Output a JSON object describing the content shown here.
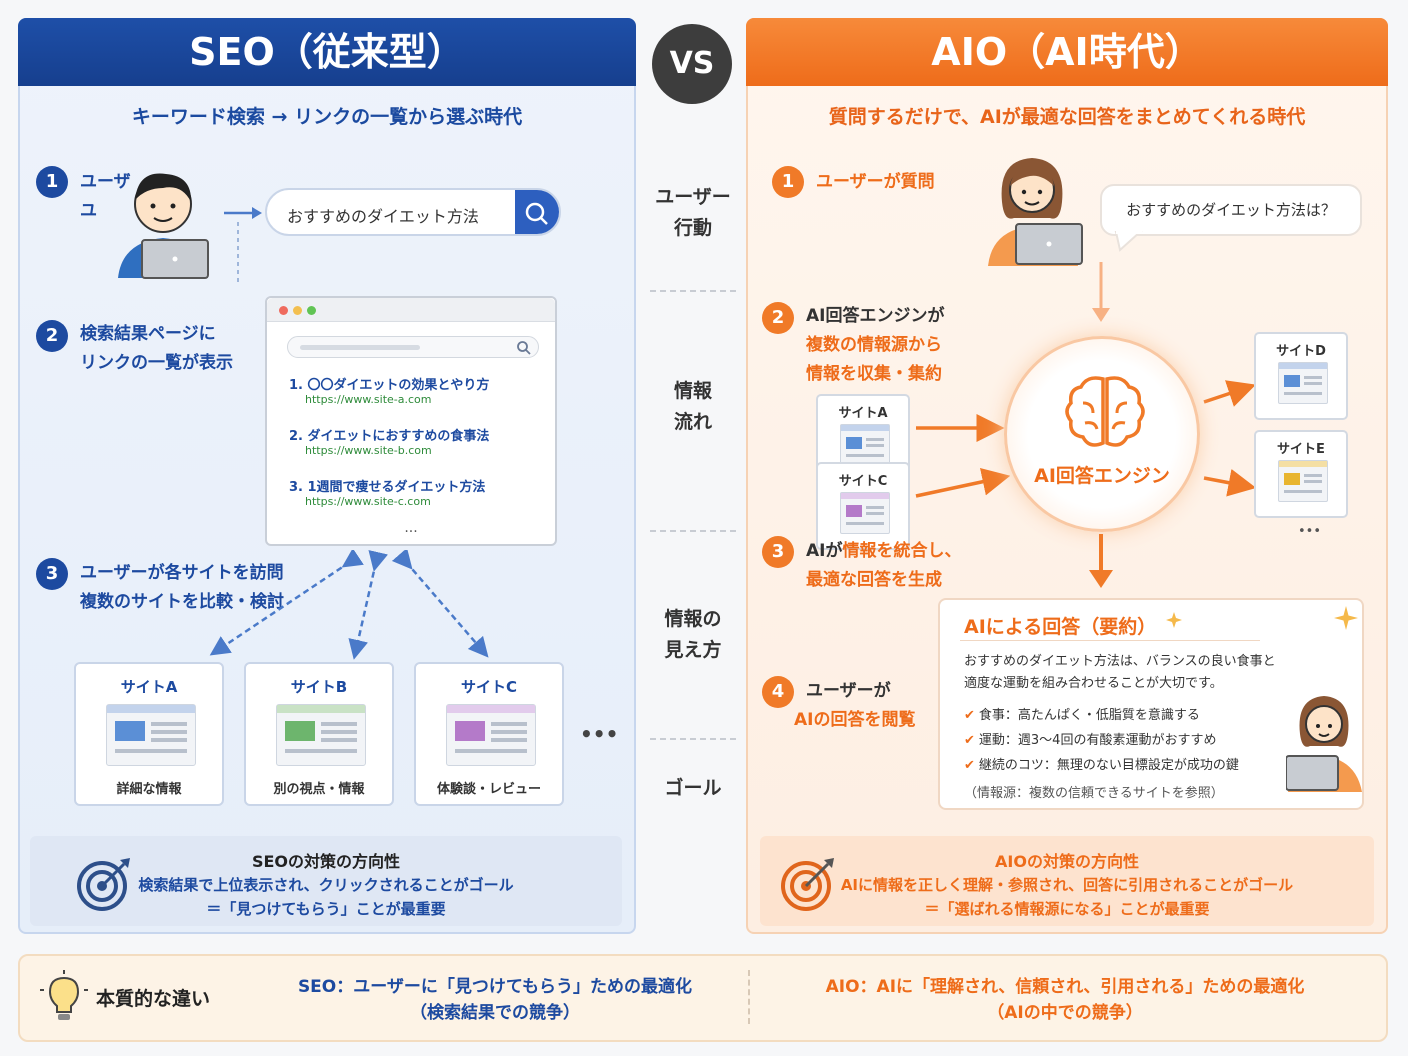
{
  "vs_label": "VS",
  "seo": {
    "header": "SEO（従来型）",
    "subtitle": "キーワード検索 → リンクの一覧から選ぶ時代",
    "step1": {
      "num": "1",
      "line1": "ユーザ",
      "line2": "ユ"
    },
    "search_query": "おすすめのダイエット方法",
    "step2": {
      "num": "2",
      "line1": "検索結果ページに",
      "line2": "リンクの一覧が表示"
    },
    "results": [
      {
        "title": "1. 〇〇ダイエットの効果とやり方",
        "url": "https://www.site-a.com"
      },
      {
        "title": "2. ダイエットにおすすめの食事法",
        "url": "https://www.site-b.com"
      },
      {
        "title": "3. 1週間で痩せるダイエット方法",
        "url": "https://www.site-c.com"
      }
    ],
    "results_more": "...",
    "step3": {
      "num": "3",
      "line1": "ユーザーが各サイトを訪問",
      "line2": "複数のサイトを比較・検討"
    },
    "sites": [
      {
        "name": "サイトA",
        "desc": "詳細な情報",
        "color": "#5b8fd6"
      },
      {
        "name": "サイトB",
        "desc": "別の視点・情報",
        "color": "#6db56d"
      },
      {
        "name": "サイトC",
        "desc": "体験談・レビュー",
        "color": "#b47ac9"
      }
    ],
    "sites_more": "•••",
    "goal": {
      "title": "SEOの対策の方向性",
      "line1": "検索結果で上位表示され、クリックされることがゴール",
      "line2": "＝「見つけてもらう」ことが最重要"
    }
  },
  "middle": {
    "labels": [
      {
        "line1": "ユーザー",
        "line2": "行動"
      },
      {
        "line1": "情報",
        "line2": "流れ"
      },
      {
        "line1": "情報の",
        "line2": "見え方"
      },
      {
        "line1": "ゴール",
        "line2": ""
      }
    ]
  },
  "aio": {
    "header": "AIO（AI時代）",
    "subtitle": "質問するだけで、AIが最適な回答をまとめてくれる時代",
    "step1": {
      "num": "1",
      "line1": "ユーザーが質問"
    },
    "question": "おすすめのダイエット方法は？",
    "step2": {
      "num": "2",
      "line1": "AI回答エンジンが",
      "line2": "複数の情報源から",
      "line3": "情報を収集・集約"
    },
    "engine_label": "AI回答エンジン",
    "inputs": [
      {
        "name": "サイトA",
        "color": "#5b8fd6"
      },
      {
        "name": "サイトC",
        "color": "#b47ac9"
      }
    ],
    "outputs": [
      {
        "name": "サイトD",
        "color": "#5b8fd6"
      },
      {
        "name": "サイトE",
        "color": "#e8b530"
      }
    ],
    "outputs_more": "•••",
    "step3": {
      "num": "3",
      "line1a": "AIが",
      "line1b": "情報を統合し、",
      "line2": "最適な回答を生成"
    },
    "answer": {
      "title": "AIによる回答（要約）",
      "intro1": "おすすめのダイエット方法は、バランスの良い食事と",
      "intro2": "適度な運動を組み合わせることが大切です。",
      "points": [
        "食事：高たんぱく・低脂質を意識する",
        "運動：週3〜4回の有酸素運動がおすすめ",
        "継続のコツ：無理のない目標設定が成功の鍵"
      ],
      "source": "（情報源：複数の信頼できるサイトを参照）"
    },
    "step4": {
      "num": "4",
      "line1": "ユーザーが",
      "line2": "AIの回答を閲覧"
    },
    "goal": {
      "title": "AIOの対策の方向性",
      "line1": "AIに情報を正しく理解・参照され、回答に引用されることがゴール",
      "line2": "＝「選ばれる情報源になる」ことが最重要"
    }
  },
  "bottom": {
    "title": "本質的な違い",
    "seo_line1": "SEO：ユーザーに「見つけてもらう」ための最適化",
    "seo_line2": "（検索結果での競争）",
    "aio_line1": "AIO：AIに「理解され、信頼され、引用される」ための最適化",
    "aio_line2": "（AIの中での競争）"
  },
  "colors": {
    "seo_blue": "#1d4aa0",
    "aio_orange": "#ee6c1a"
  },
  "icons": [
    "search-icon",
    "brain-icon",
    "target-icon",
    "lightbulb-icon",
    "sparkle-icon",
    "check-icon",
    "laptop-icon"
  ]
}
